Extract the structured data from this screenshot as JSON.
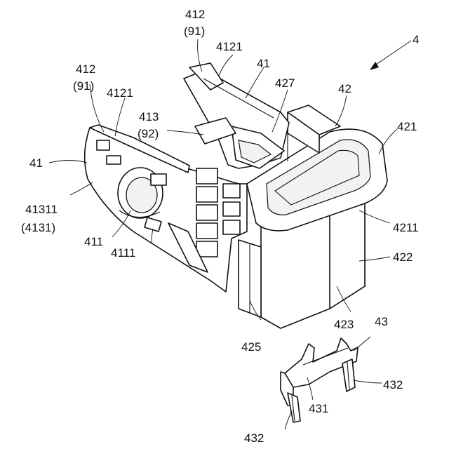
{
  "labels": {
    "l4": "4",
    "l412a": "412",
    "l91a": "(91)",
    "l4121a": "4121",
    "l41a": "41",
    "l427": "427",
    "l42": "42",
    "l412b": "412",
    "l91b": "(91)",
    "l4121b": "4121",
    "l413": "413",
    "l92": "(92)",
    "l421": "421",
    "l41b": "41",
    "l41311": "41311",
    "l4131": "(4131)",
    "l411": "411",
    "l4111": "4111",
    "l4211": "4211",
    "l422": "422",
    "l423": "423",
    "l43": "43",
    "l425": "425",
    "l432a": "432",
    "l431": "431",
    "l432b": "432"
  }
}
